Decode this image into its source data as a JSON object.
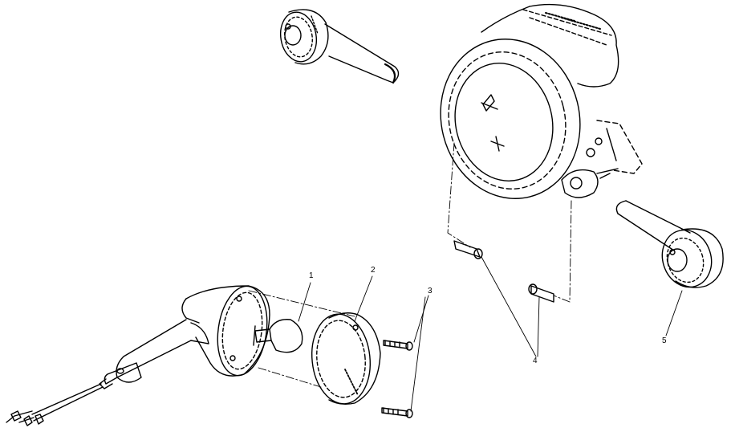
{
  "callouts": [
    "1",
    "2",
    "3",
    "4",
    "5"
  ],
  "colors": {
    "ink": "#000000",
    "paper": "#ffffff"
  }
}
